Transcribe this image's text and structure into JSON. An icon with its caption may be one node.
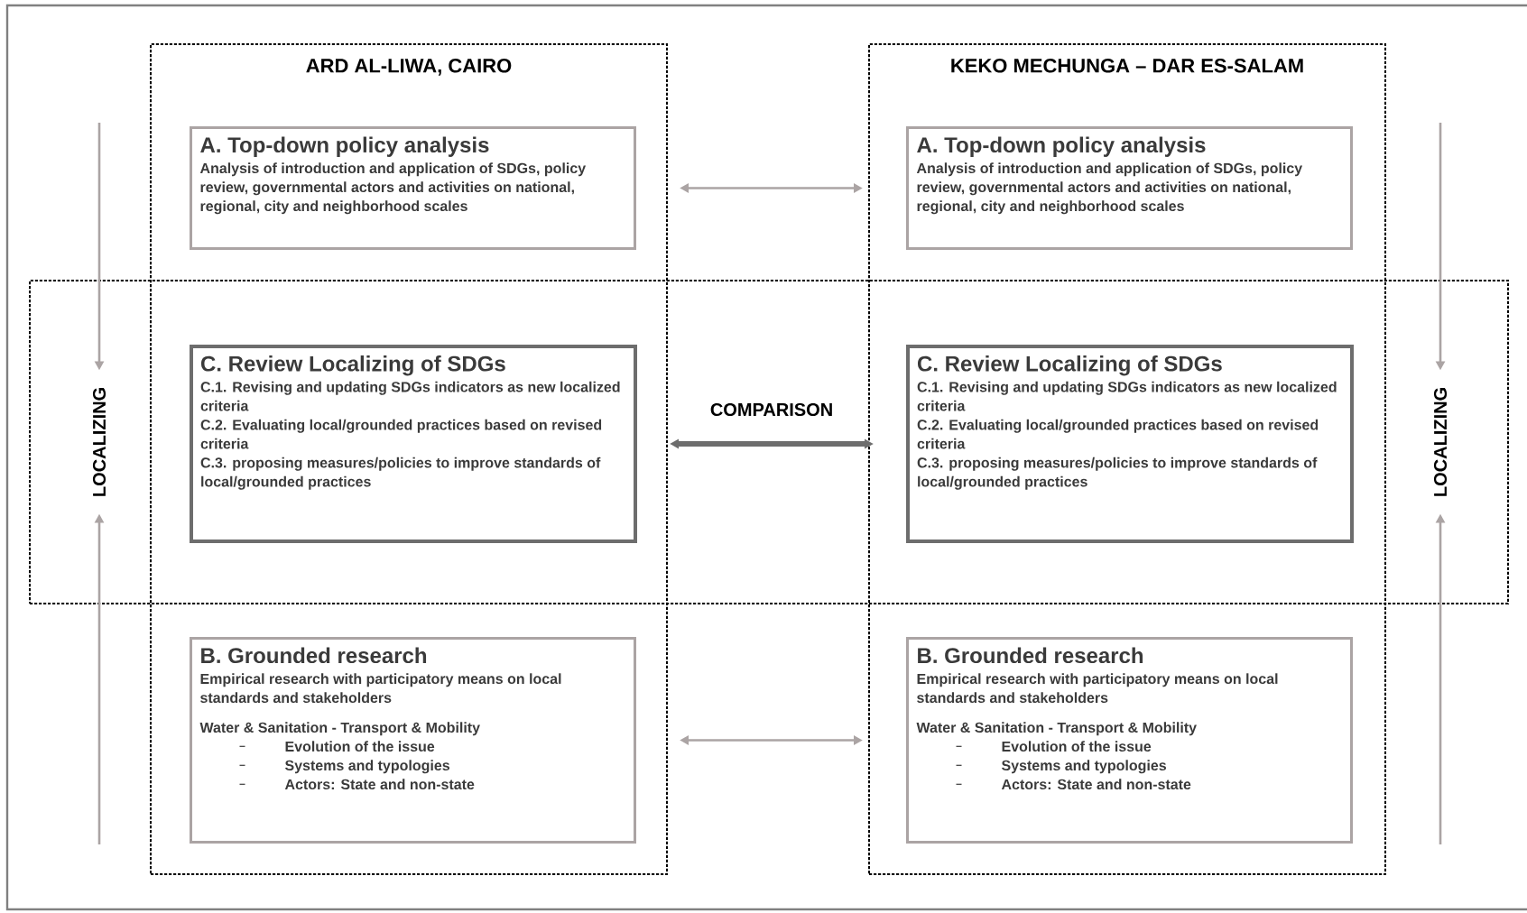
{
  "diagram": {
    "nodes": [
      {
        "text": [
          "ARD AL-LIWA, CAIRO"
        ]
      },
      {
        "text": [
          "KEKO MECHUNGA – DAR ES-SALAM"
        ]
      },
      {
        "text": [],
        "shape": "box"
      },
      {
        "text": [
          "LOCALIZING"
        ],
        "in": 2
      },
      {
        "text": [
          "LOCALIZING"
        ],
        "in": 2
      },
      {
        "text": [
          "A. Top-down policy analysis",
          "Analysis of introduction and application of SDGs, policy review, governmental actors and activities on national, regional, city and neighborhood scales"
        ],
        "in": 0
      },
      {
        "text": [
          "A. Top-down policy analysis",
          "Analysis of introduction and application of SDGs, policy review, governmental actors and activities on national, regional, city and neighborhood scales"
        ],
        "in": 1
      },
      {
        "text": [
          "C. Review Localizing of SDGs",
          "C.1. Revising and updating SDGs indicators as new localized criteria",
          "C.2. Evaluating local/grounded practices based on revised criteria",
          "C.3. proposing measures/policies to improve standards of local/grounded practices"
        ]
      },
      {
        "text": [
          "C. Review Localizing of SDGs",
          "C.1. Revising and updating SDGs indicators as new localized criteria",
          "C.2. Evaluating local/grounded practices based on revised criteria",
          "C.3. proposing measures/policies to improve standards of local/grounded practices"
        ]
      },
      {
        "text": [
          "B. Grounded research",
          "Empirical research with participatory means on local standards and stakeholders",
          "Water & Sanitation - Transport & Mobility",
          "Evolution of the issue",
          "Systems and typologies",
          "Actors: State and non-state"
        ],
        "in": 0
      },
      {
        "text": [
          "B. Grounded research",
          "Empirical research with participatory means on local standards and stakeholders",
          "Water & Sanitation - Transport & Mobility",
          "Evolution of the issue",
          "Systems and typologies",
          "Actors: State and non-state"
        ],
        "in": 1
      }
    ],
    "edges": [
      {
        "from": 5,
        "to": 6,
        "arrow": "both"
      },
      {
        "from": 7,
        "to": 8,
        "arrow": "both",
        "label": "COMPARISON",
        "style": "thick",
        "color": "#6d6d6d"
      },
      {
        "from": 9,
        "to": 10,
        "arrow": "both"
      },
      {
        "from": null,
        "to": 3,
        "arrow": "to"
      },
      {
        "from": null,
        "to": 3,
        "arrow": "to"
      },
      {
        "from": null,
        "to": 4,
        "arrow": "to"
      },
      {
        "from": null,
        "to": 4,
        "arrow": "to"
      }
    ]
  }
}
